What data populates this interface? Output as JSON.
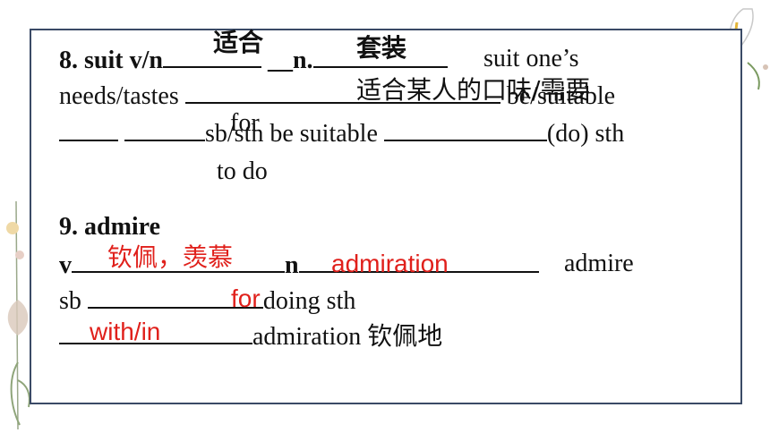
{
  "item8": {
    "line1_prefix": "8. suit v/n",
    "line1_mid": " __n.",
    "line1_tail": "suit one’s",
    "line2_prefix": "needs/tastes",
    "line2_tail": " be/suitable",
    "line3_mid": "sb/sth  be suitable",
    "line3_tail": "(do) sth",
    "line4": "to do",
    "answer_verb": "适合",
    "answer_noun": "套装",
    "answer_tastes": "适合某人的口味/需要",
    "answer_for": "for"
  },
  "item9": {
    "heading": "9. admire",
    "v_label": "v",
    "n_label": "n",
    "admire_text": "admire",
    "sb_text": "sb",
    "doing_text": "doing sth",
    "admiration_text": "admiration 钦佩地",
    "answer_v": "钦佩，羡慕",
    "answer_n": "admiration",
    "answer_for": "for",
    "answer_with": "with/in"
  },
  "colors": {
    "answer_red": "#e0201b",
    "frame": "#3a4a66"
  },
  "icons": {
    "top_right": "calla-lily-illustration-icon",
    "left": "wildflower-illustration-icon"
  }
}
